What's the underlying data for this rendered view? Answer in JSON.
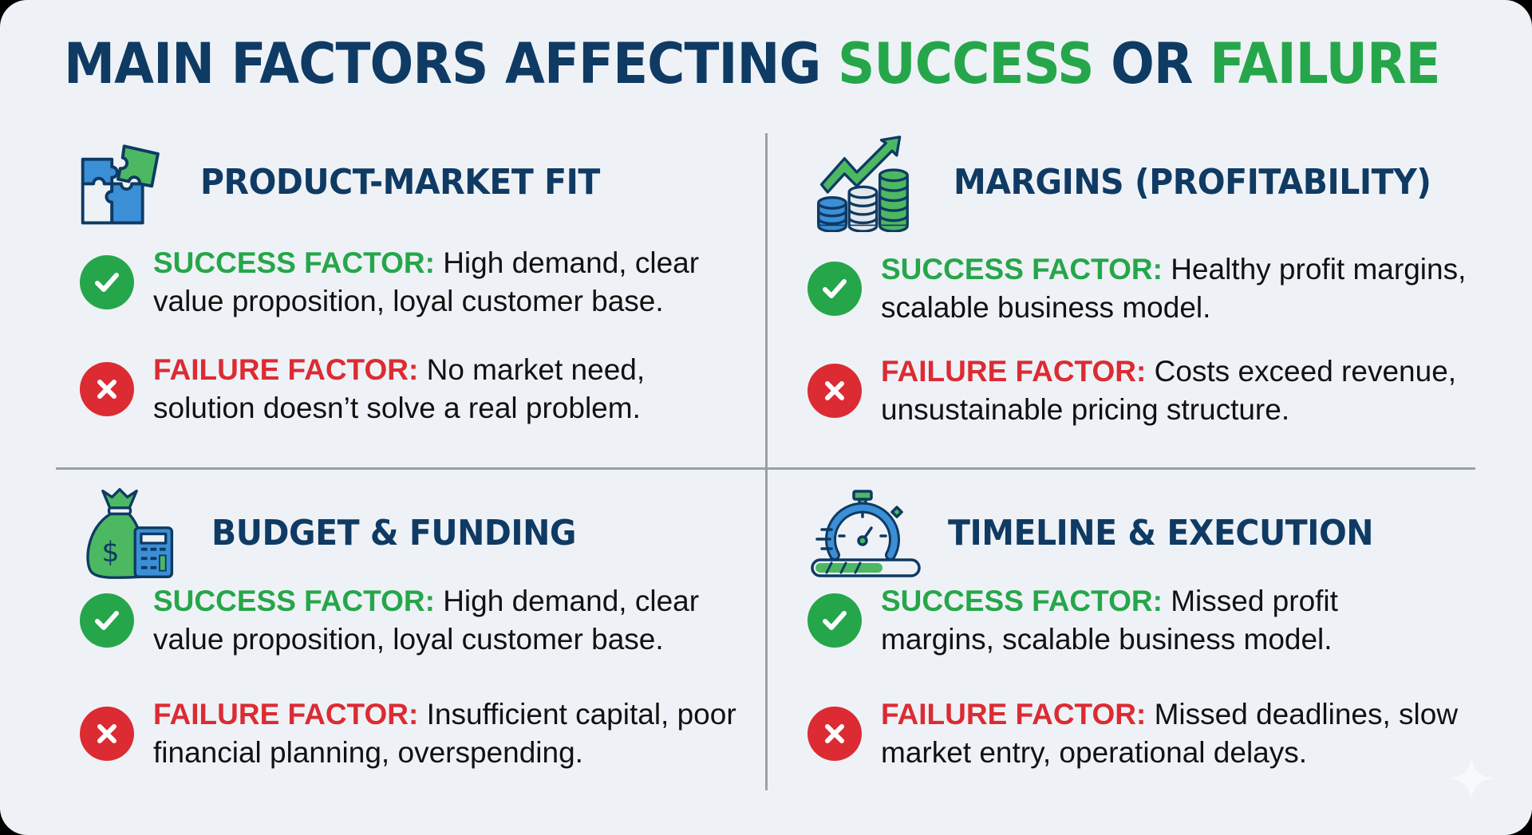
{
  "title": {
    "part1": "MAIN FACTORS AFFECTING ",
    "part2": "SUCCESS",
    "part3": " OR ",
    "part4": "FAILURE"
  },
  "colors": {
    "navy": "#0f3a63",
    "green": "#26a64a",
    "red": "#dc2b33",
    "blue": "#3b8fd6",
    "background": "#eef2f6",
    "divider": "#9aa0a6"
  },
  "quadrants": [
    {
      "title": "PRODUCT-MARKET FIT",
      "icon": "puzzle-icon",
      "success": {
        "label": "SUCCESS FACTOR:",
        "text": "High demand, clear value proposition, loyal customer base."
      },
      "failure": {
        "label": "FAILURE FACTOR:",
        "text": "No market need, solution doesn’t solve a real problem."
      }
    },
    {
      "title": "MARGINS (PROFITABILITY)",
      "icon": "coins-growth-icon",
      "success": {
        "label": "SUCCESS FACTOR:",
        "text": "Healthy profit margins, scalable business model."
      },
      "failure": {
        "label": "FAILURE FACTOR:",
        "text": "Costs exceed revenue, unsustainable pricing structure."
      }
    },
    {
      "title": "BUDGET & FUNDING",
      "icon": "money-bag-calculator-icon",
      "success": {
        "label": "SUCCESS FACTOR:",
        "text": "High demand, clear value proposition, loyal customer base."
      },
      "failure": {
        "label": "FAILURE FACTOR:",
        "text": "Insufficient capital, poor financial planning, overspending."
      }
    },
    {
      "title": "TIMELINE & EXECUTION",
      "icon": "stopwatch-progress-icon",
      "success": {
        "label": "SUCCESS FACTOR:",
        "text": "Missed profit margins, scalable business model."
      },
      "failure": {
        "label": "FAILURE FACTOR:",
        "text": "Missed deadlines, slow market entry, operational delays."
      }
    }
  ]
}
